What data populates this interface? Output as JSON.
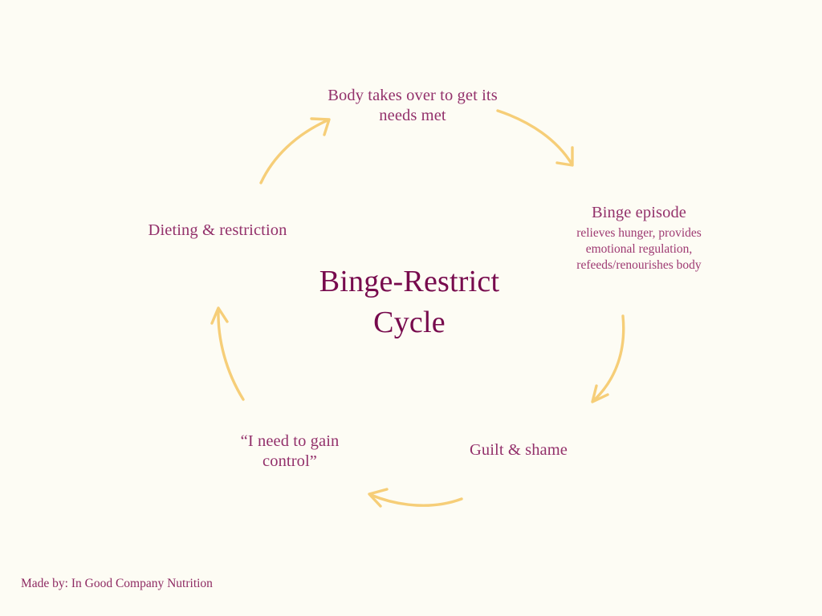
{
  "page": {
    "background_color": "#FDFCF4",
    "title_color": "#770A4D",
    "label_color": "#93316B",
    "arrow_color": "#F6CE78"
  },
  "center": {
    "title_line1": "Binge-Restrict",
    "title_line2": "Cycle"
  },
  "nodes": [
    {
      "id": "body",
      "title": "Body takes over to get its needs met",
      "sub": ""
    },
    {
      "id": "binge",
      "title": "Binge episode",
      "sub": "relieves hunger, provides emotional regulation, refeeds/renourishes body"
    },
    {
      "id": "guilt",
      "title": "Guilt & shame",
      "sub": ""
    },
    {
      "id": "control",
      "title": "“I need to gain control”",
      "sub": ""
    },
    {
      "id": "dieting",
      "title": "Dieting & restriction",
      "sub": ""
    }
  ],
  "arrows": [
    {
      "id": "dieting-to-body",
      "direction": "up-right"
    },
    {
      "id": "body-to-binge",
      "direction": "down-right"
    },
    {
      "id": "binge-to-guilt",
      "direction": "down-left"
    },
    {
      "id": "guilt-to-control",
      "direction": "left"
    },
    {
      "id": "control-to-dieting",
      "direction": "up-left"
    }
  ],
  "footer": {
    "credit": "Made by: In Good Company Nutrition"
  }
}
